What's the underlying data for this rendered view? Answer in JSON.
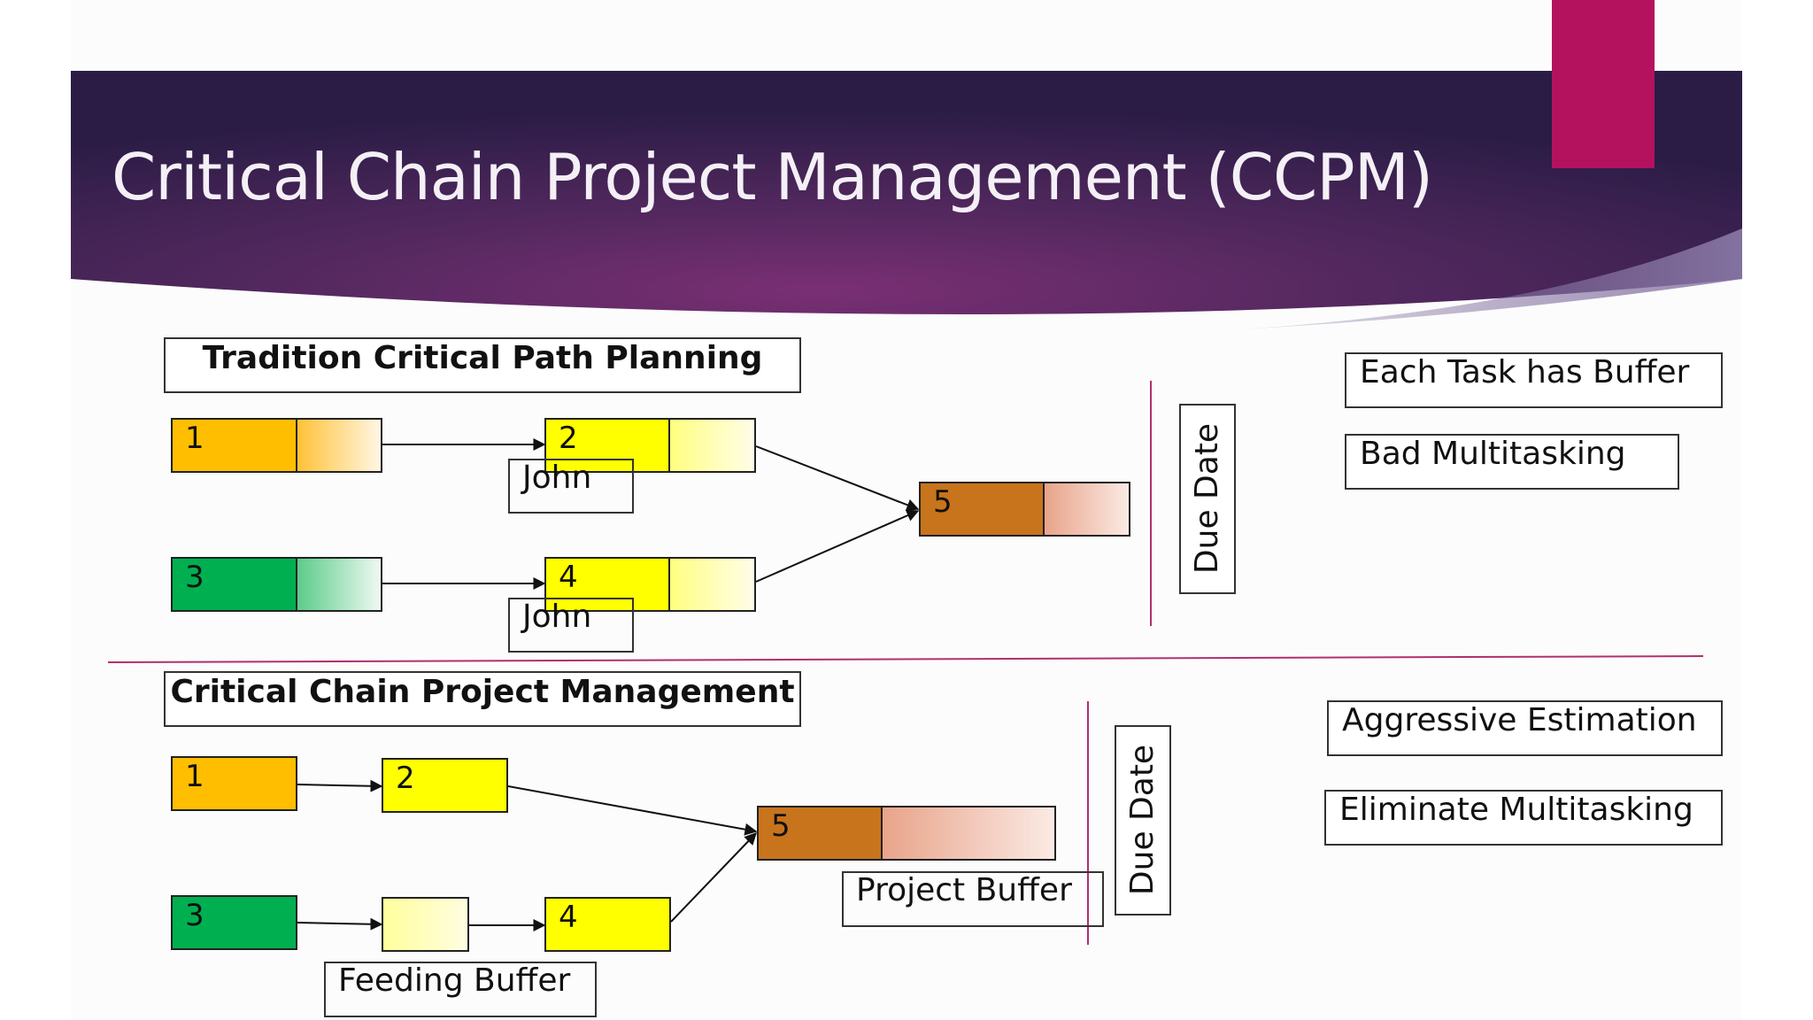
{
  "slide": {
    "title": "Critical Chain Project Management (CCPM)",
    "colors": {
      "header_dark": "#2a1c45",
      "header_mid": "#6e2c6e",
      "accent": "#b4125f",
      "divider": "#b0306e"
    }
  },
  "traditional": {
    "heading": "Tradition Critical Path Planning",
    "tasks": [
      {
        "id": "1",
        "color": "#ffbe00"
      },
      {
        "id": "2",
        "color": "#ffff00"
      },
      {
        "id": "3",
        "color": "#00b050"
      },
      {
        "id": "4",
        "color": "#ffff00"
      },
      {
        "id": "5",
        "color": "#c8741c"
      }
    ],
    "resource_labels": [
      "John",
      "John"
    ],
    "due_date": "Due Date",
    "notes": [
      "Each Task has Buffer",
      "Bad Multitasking"
    ]
  },
  "ccpm": {
    "heading": "Critical Chain Project Management",
    "tasks": [
      {
        "id": "1",
        "color": "#ffbe00"
      },
      {
        "id": "2",
        "color": "#ffff00"
      },
      {
        "id": "3",
        "color": "#00b050"
      },
      {
        "id": "4",
        "color": "#ffff00"
      },
      {
        "id": "5",
        "color": "#c8741c"
      }
    ],
    "project_buffer": "Project Buffer",
    "feeding_buffer": "Feeding Buffer",
    "due_date": "Due Date",
    "notes": [
      "Aggressive Estimation",
      "Eliminate Multitasking"
    ]
  }
}
